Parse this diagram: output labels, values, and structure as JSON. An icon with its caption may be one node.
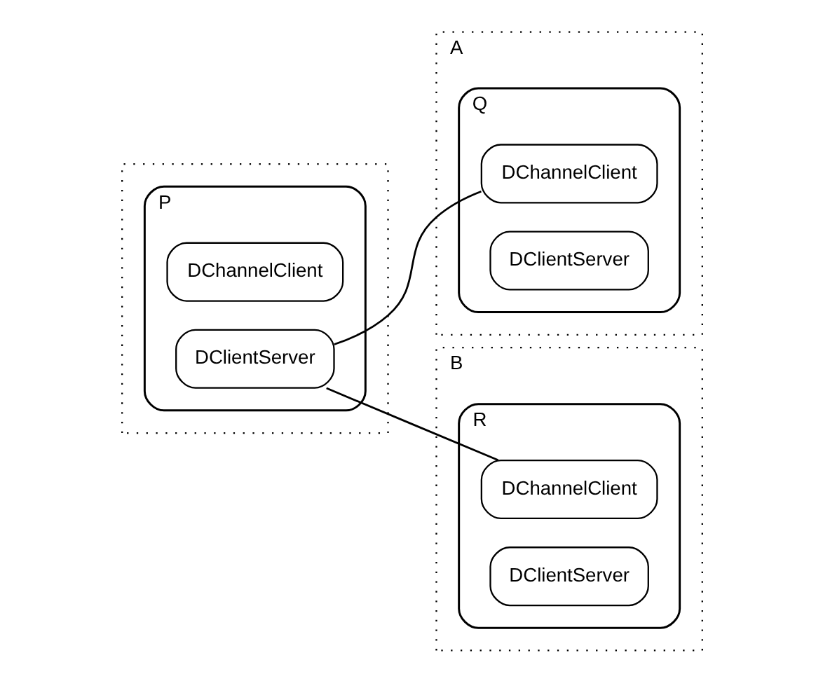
{
  "diagram": {
    "nodes": [
      {
        "text": [],
        "shape": "box"
      },
      {
        "text": [
          "P"
        ],
        "in": 0
      },
      {
        "text": [
          "DChannelClient"
        ],
        "in": 1
      },
      {
        "text": [
          "DClientServer"
        ],
        "in": 1
      },
      {
        "text": [
          "A"
        ]
      },
      {
        "text": [
          "Q"
        ],
        "in": 4
      },
      {
        "text": [
          "DChannelClient"
        ],
        "in": 5
      },
      {
        "text": [
          "DClientServer"
        ],
        "in": 5
      },
      {
        "text": [
          "B"
        ]
      },
      {
        "text": [
          "R"
        ],
        "in": 8
      },
      {
        "text": [
          "DChannelClient"
        ],
        "in": 9
      },
      {
        "text": [
          "DClientServer"
        ],
        "in": 9
      }
    ],
    "edges": [
      {
        "from": 3,
        "to": 6,
        "arrow": "none"
      },
      {
        "from": 3,
        "to": 10,
        "arrow": "none"
      }
    ]
  }
}
